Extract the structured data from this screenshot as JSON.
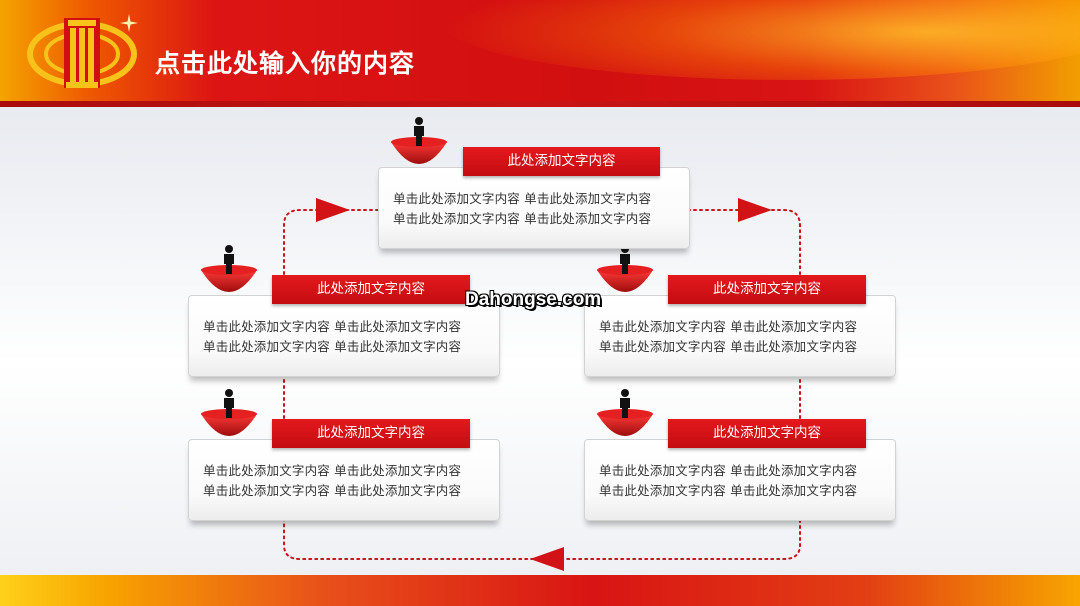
{
  "header": {
    "title": "点击此处输入你的内容"
  },
  "colors": {
    "red": "#d20f10",
    "gold": "#f4a400",
    "dot": "#c8141e"
  },
  "watermark": "Dahongse.com",
  "nodes": [
    {
      "tag": "此处添加文字内容",
      "line1": "单击此处添加文字内容   单击此处添加文字内容",
      "line2": "单击此处添加文字内容   单击此处添加文字内容"
    },
    {
      "tag": "此处添加文字内容",
      "line1": "单击此处添加文字内容   单击此处添加文字内容",
      "line2": "单击此处添加文字内容   单击此处添加文字内容"
    },
    {
      "tag": "此处添加文字内容",
      "line1": "单击此处添加文字内容   单击此处添加文字内容",
      "line2": "单击此处添加文字内容   单击此处添加文字内容"
    },
    {
      "tag": "此处添加文字内容",
      "line1": "单击此处添加文字内容   单击此处添加文字内容",
      "line2": "单击此处添加文字内容   单击此处添加文字内容"
    },
    {
      "tag": "此处添加文字内容",
      "line1": "单击此处添加文字内容   单击此处添加文字内容",
      "line2": "单击此处添加文字内容   单击此处添加文字内容"
    }
  ]
}
